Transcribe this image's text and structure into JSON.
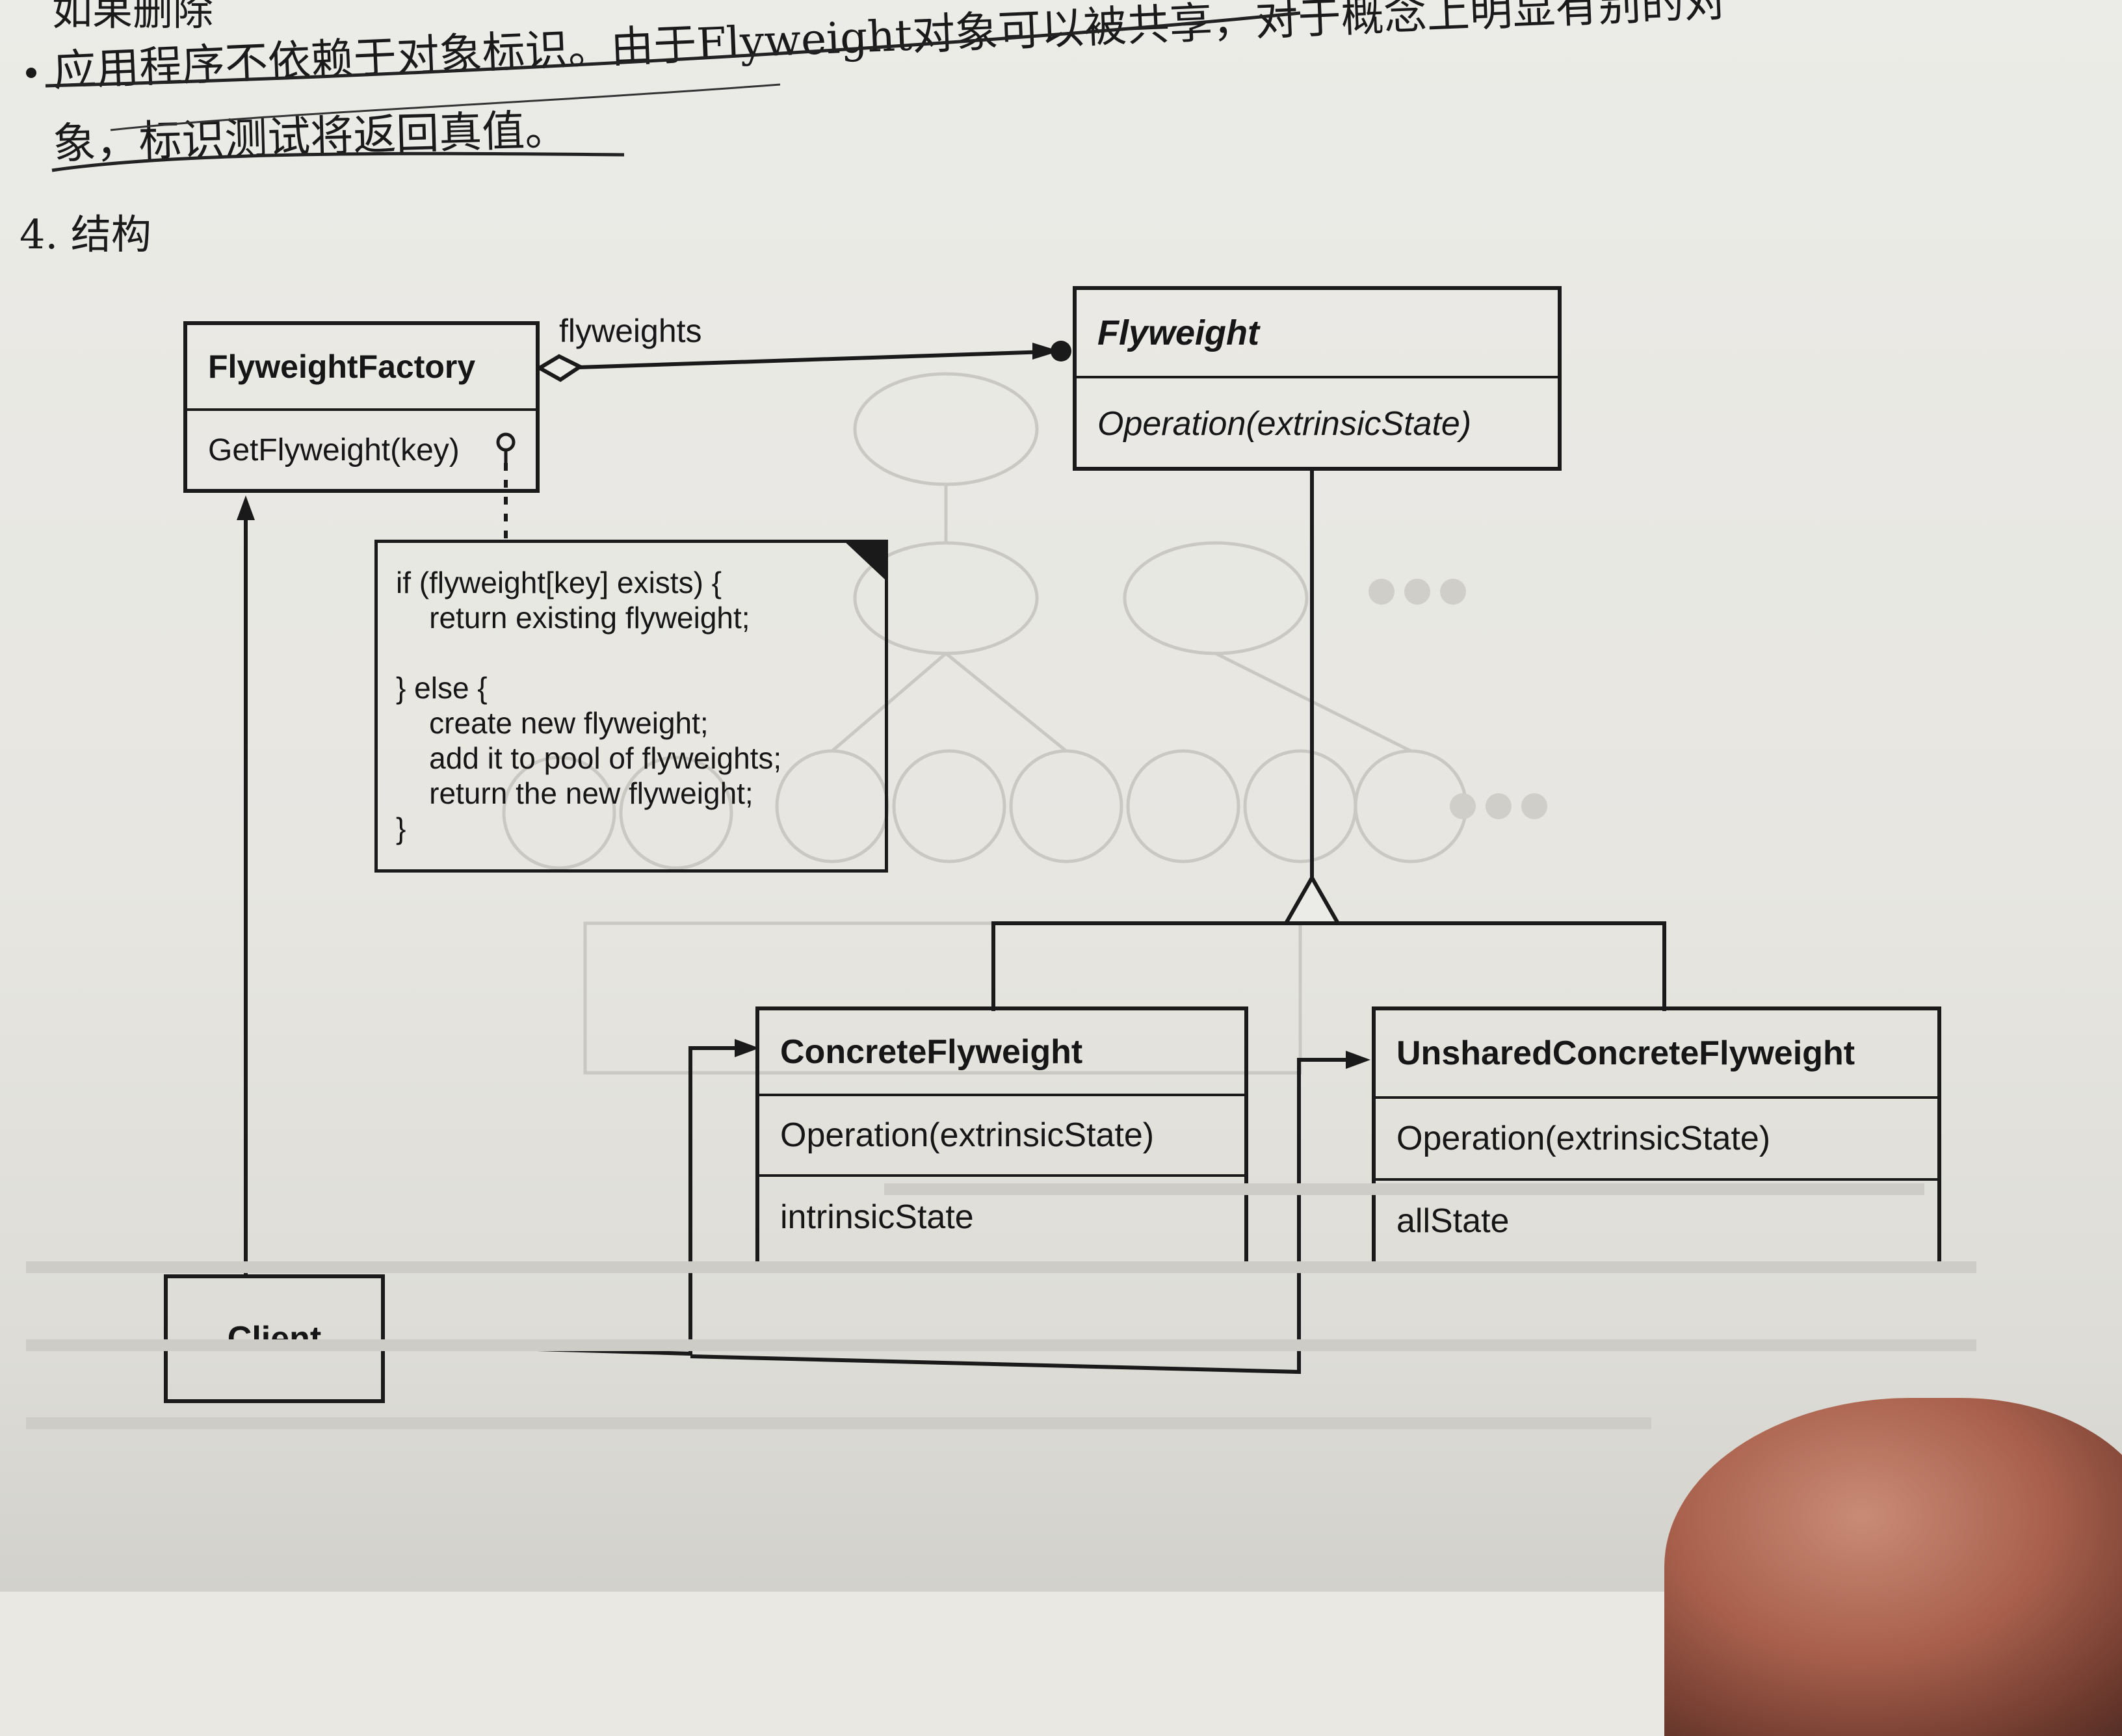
{
  "text": {
    "top_line": "如果删除",
    "bullet_line1": "应用程序不依赖于对象标识。由于Flyweight对象可以被共享，对于概念上明显有别的对",
    "bullet_line2": "象，标识测试将返回真值。",
    "section_heading": "4. 结构"
  },
  "diagram": {
    "flyweight_factory": {
      "name": "FlyweightFactory",
      "operation": "GetFlyweight(key)"
    },
    "flyweight": {
      "name": "Flyweight",
      "operation": "Operation(extrinsicState)"
    },
    "concrete_flyweight": {
      "name": "ConcreteFlyweight",
      "operation": "Operation(extrinsicState)",
      "attribute": "intrinsicState"
    },
    "unshared_concrete_flyweight": {
      "name": "UnsharedConcreteFlyweight",
      "operation": "Operation(extrinsicState)",
      "attribute": "allState"
    },
    "client": {
      "name": "Client"
    },
    "aggregation_label": "flyweights",
    "note_lines": [
      "if (flyweight[key] exists) {",
      "    return existing flyweight;",
      "",
      "} else {",
      "    create new flyweight;",
      "    add it to pool of flyweights;",
      "    return the new flyweight;",
      "}"
    ]
  },
  "colors": {
    "paper": "#e9e8e3",
    "ink": "#1a1a1a",
    "ghost_ink": "#c4c3be",
    "thumb": "#a8604c"
  }
}
